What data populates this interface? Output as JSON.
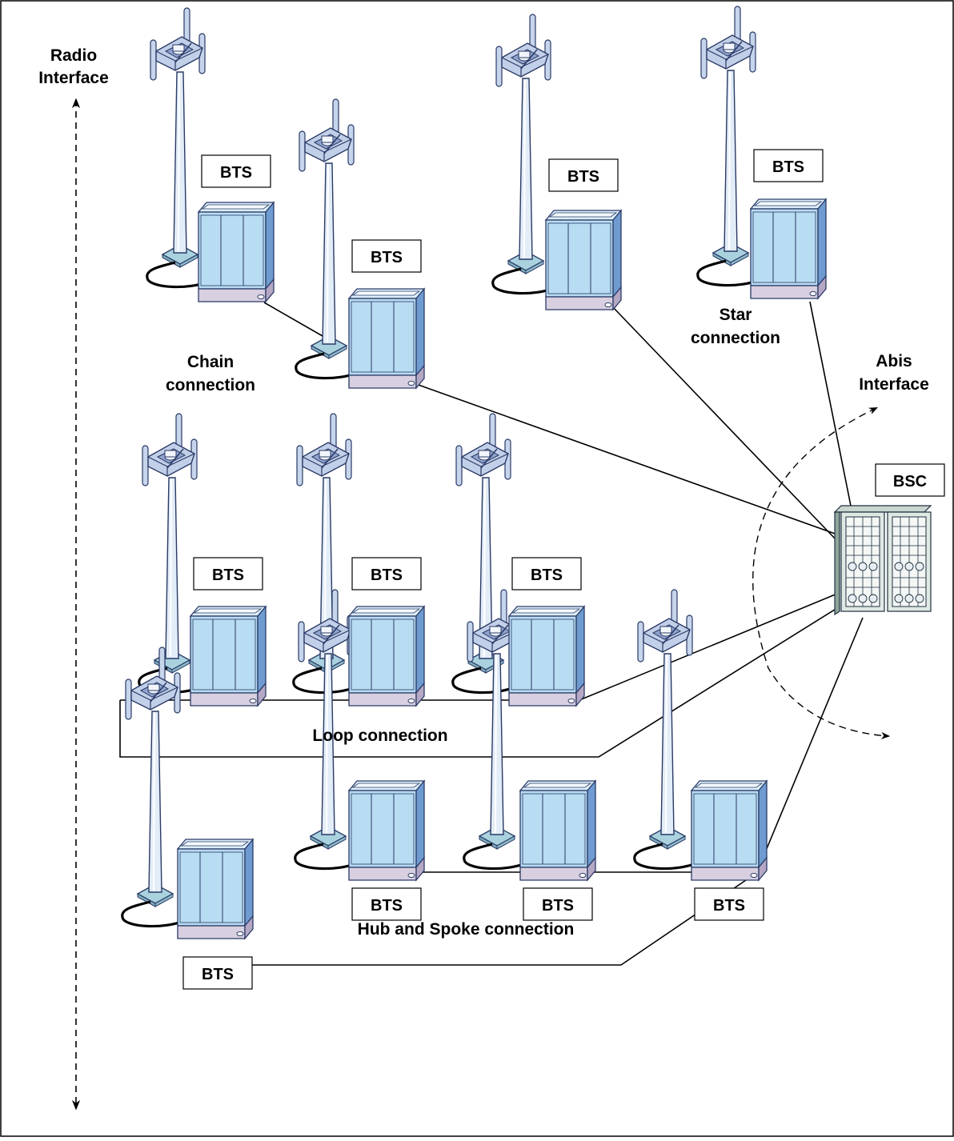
{
  "labels": {
    "radio_interface_line1": "Radio",
    "radio_interface_line2": "Interface",
    "abis_interface_line1": "Abis",
    "abis_interface_line2": "Interface",
    "bsc": "BSC",
    "bts": "BTS",
    "chain_line1": "Chain",
    "chain_line2": "connection",
    "star_line1": "Star",
    "star_line2": "connection",
    "loop": "Loop connection",
    "hub": "Hub and Spoke connection"
  },
  "colors": {
    "cabinet_front": "#b8dcf2",
    "cabinet_side": "#6f9bd0",
    "cabinet_top": "#dceefa",
    "cabinet_base": "#d8cfe0",
    "tower_pole": "#dfe9f5",
    "tower_outline": "#2a3a66",
    "antenna_head": "#c4d2ea",
    "plate": "#a9d2de",
    "bsc_frame": "#d9e4de",
    "line": "#000000"
  }
}
